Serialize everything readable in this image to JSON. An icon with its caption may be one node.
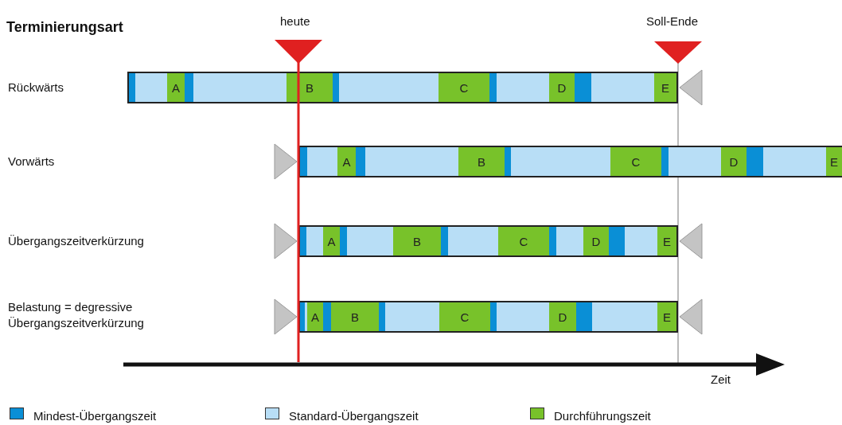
{
  "diagram": {
    "title": "Terminierungsart",
    "nodes": [
      {
        "text": [
          "A"
        ]
      },
      {
        "text": [
          "B"
        ]
      },
      {
        "text": [
          "C"
        ]
      },
      {
        "text": [
          "D"
        ]
      },
      {
        "text": [
          "E"
        ]
      },
      {
        "text": [
          "A"
        ]
      },
      {
        "text": [
          "B"
        ]
      },
      {
        "text": [
          "C"
        ]
      },
      {
        "text": [
          "D"
        ]
      },
      {
        "text": [
          "E"
        ]
      },
      {
        "text": [
          "A"
        ]
      },
      {
        "text": [
          "B"
        ]
      },
      {
        "text": [
          "C"
        ]
      },
      {
        "text": [
          "D"
        ]
      },
      {
        "text": [
          "E"
        ]
      },
      {
        "text": [
          "A"
        ]
      },
      {
        "text": [
          "B"
        ]
      },
      {
        "text": [
          "C"
        ]
      },
      {
        "text": [
          "D"
        ]
      },
      {
        "text": [
          "E"
        ]
      }
    ],
    "edges": [],
    "labels": [
      "heute",
      "Soll-Ende",
      "Rückwärts",
      "Vorwärts",
      "Übergangszeitverkürzung",
      "Belastung = degressive Übergangszeitverkürzung",
      "Zeit"
    ],
    "legend": [
      {
        "text": "Mindest-Übergangszeit",
        "color": "#0a8fd6"
      },
      {
        "text": "Standard-Übergangszeit",
        "color": "#b8def6"
      },
      {
        "text": "Durchführungszeit",
        "color": "#78c22a"
      }
    ]
  }
}
